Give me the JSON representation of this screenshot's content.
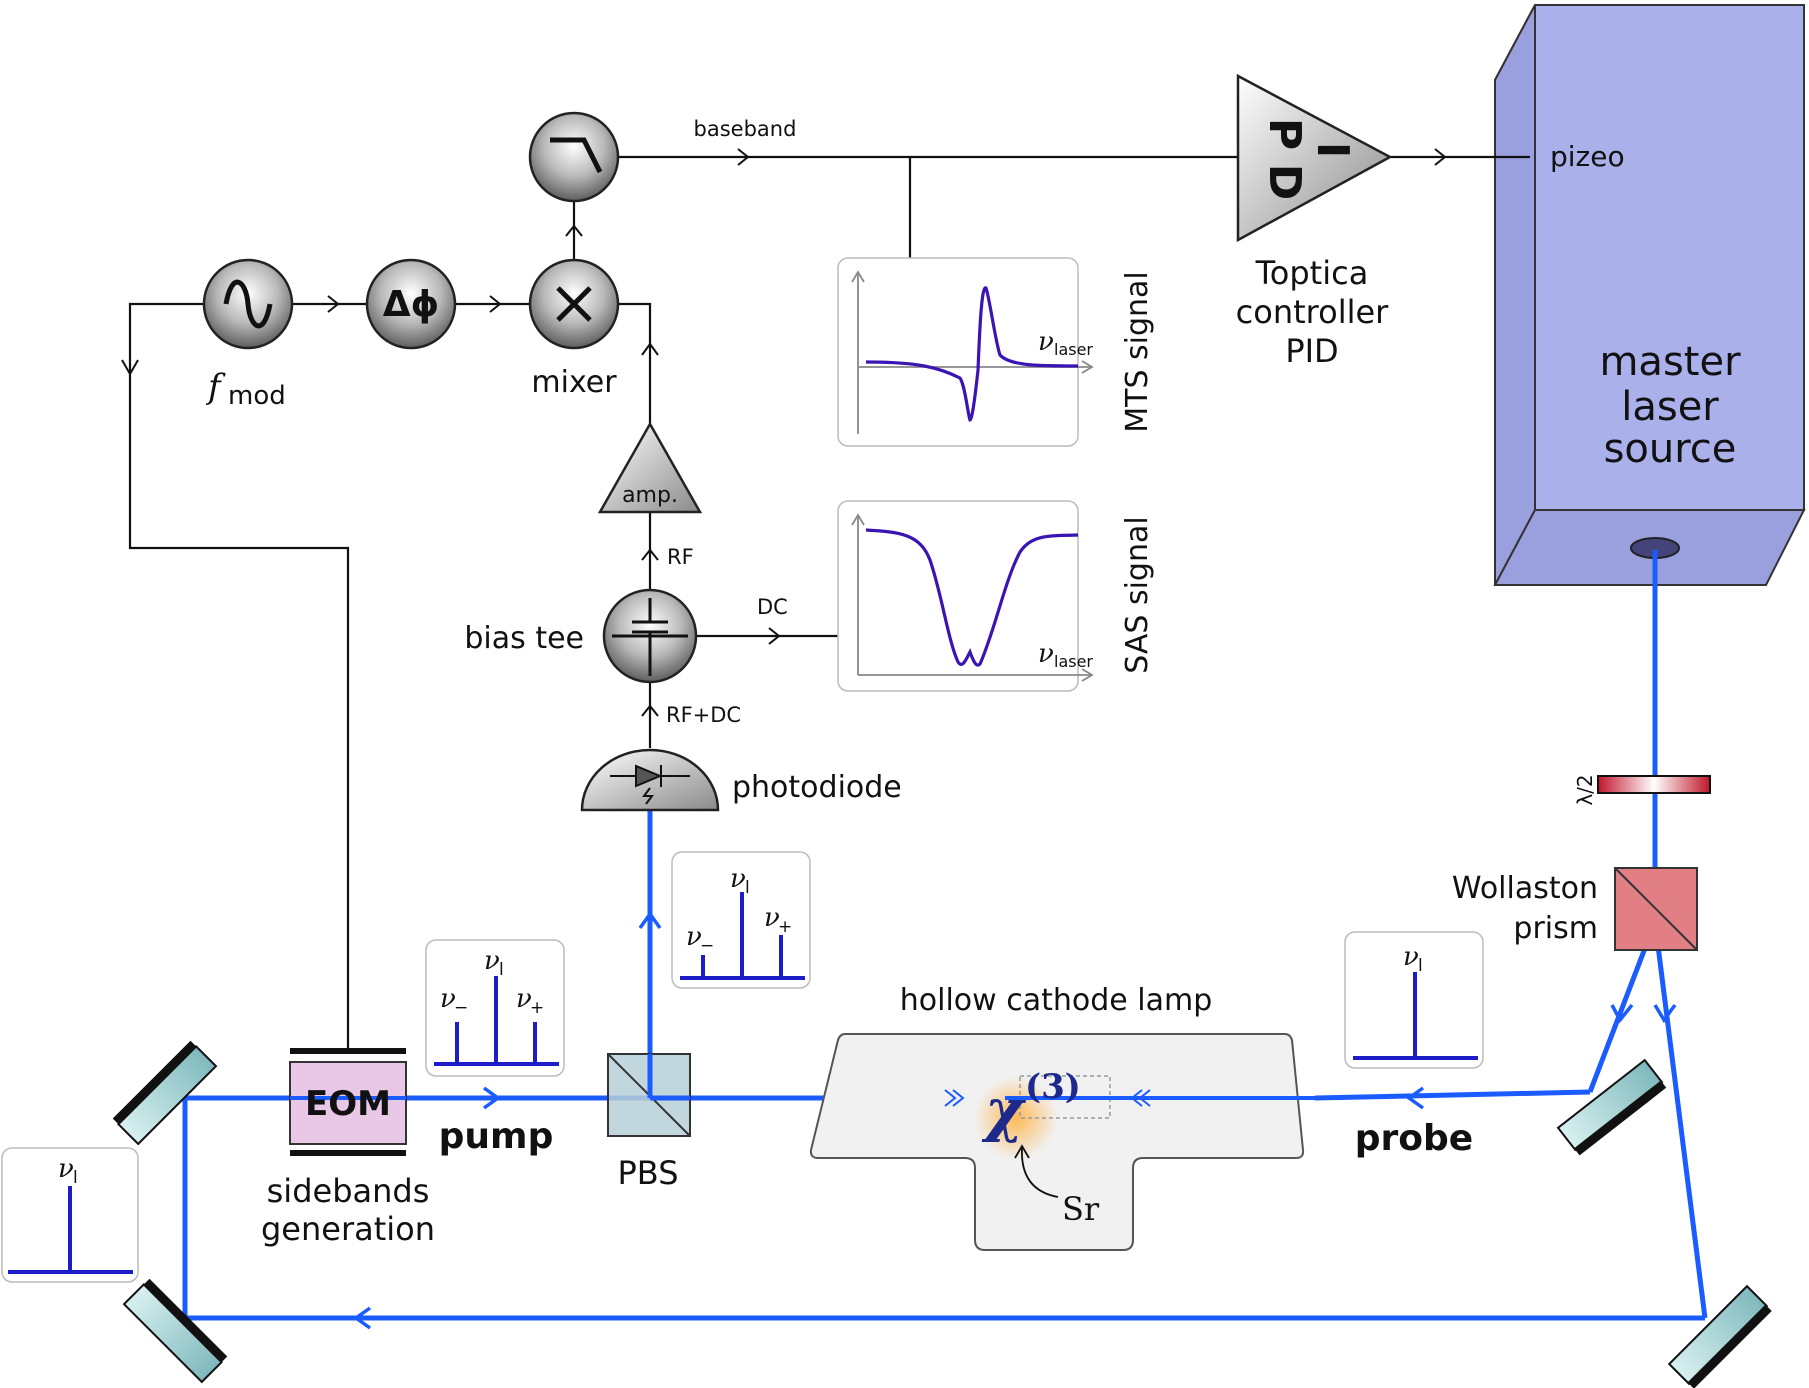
{
  "labels": {
    "baseband": "baseband",
    "pizeo": "pizeo",
    "toptica": [
      "Toptica",
      "controller",
      "PID"
    ],
    "pid_p": "P",
    "pid_i": "I",
    "pid_d": "D",
    "master": [
      "master",
      "laser",
      "source"
    ],
    "mixer": "mixer",
    "fmod_f": "f",
    "fmod_sub": "mod",
    "delta_phi": "Δϕ",
    "amp": "amp.",
    "rf": "RF",
    "dc": "DC",
    "rfdc": "RF+DC",
    "bias_tee": "bias tee",
    "photodiode": "photodiode",
    "mts_signal": "MTS signal",
    "sas_signal": "SAS signal",
    "nu_laser": "ν",
    "nu_laser_sub": "laser",
    "lambda_half": "λ/2",
    "wollaston": [
      "Wollaston",
      "prism"
    ],
    "hollow_cathode": "hollow cathode lamp",
    "chi": "χ",
    "chi_sup": "(3)",
    "sr": "Sr",
    "eom": "EOM",
    "sidebands": [
      "sidebands",
      "generation"
    ],
    "pump": "pump",
    "probe": "probe",
    "pbs": "PBS",
    "nu_l": "ν",
    "nu_l_sub": "l",
    "nu_minus": "ν",
    "nu_minus_sub": "−",
    "nu_plus": "ν",
    "nu_plus_sub": "+"
  },
  "colors": {
    "beam": "#1a5cff",
    "laser_box": "#aab0ea",
    "eom": "#e8c8e6",
    "prism": "#e27f84",
    "pbs": "#b7cfd8",
    "signal_trace": "#3b14b4",
    "spectrum": "#1c1cc8"
  },
  "icons": {
    "oscillator": "sine-icon",
    "lowpass": "lowpass-filter-icon",
    "mixer": "multiply-icon",
    "bias_tee": "capacitor-icon",
    "photodiode": "diode-icon"
  }
}
